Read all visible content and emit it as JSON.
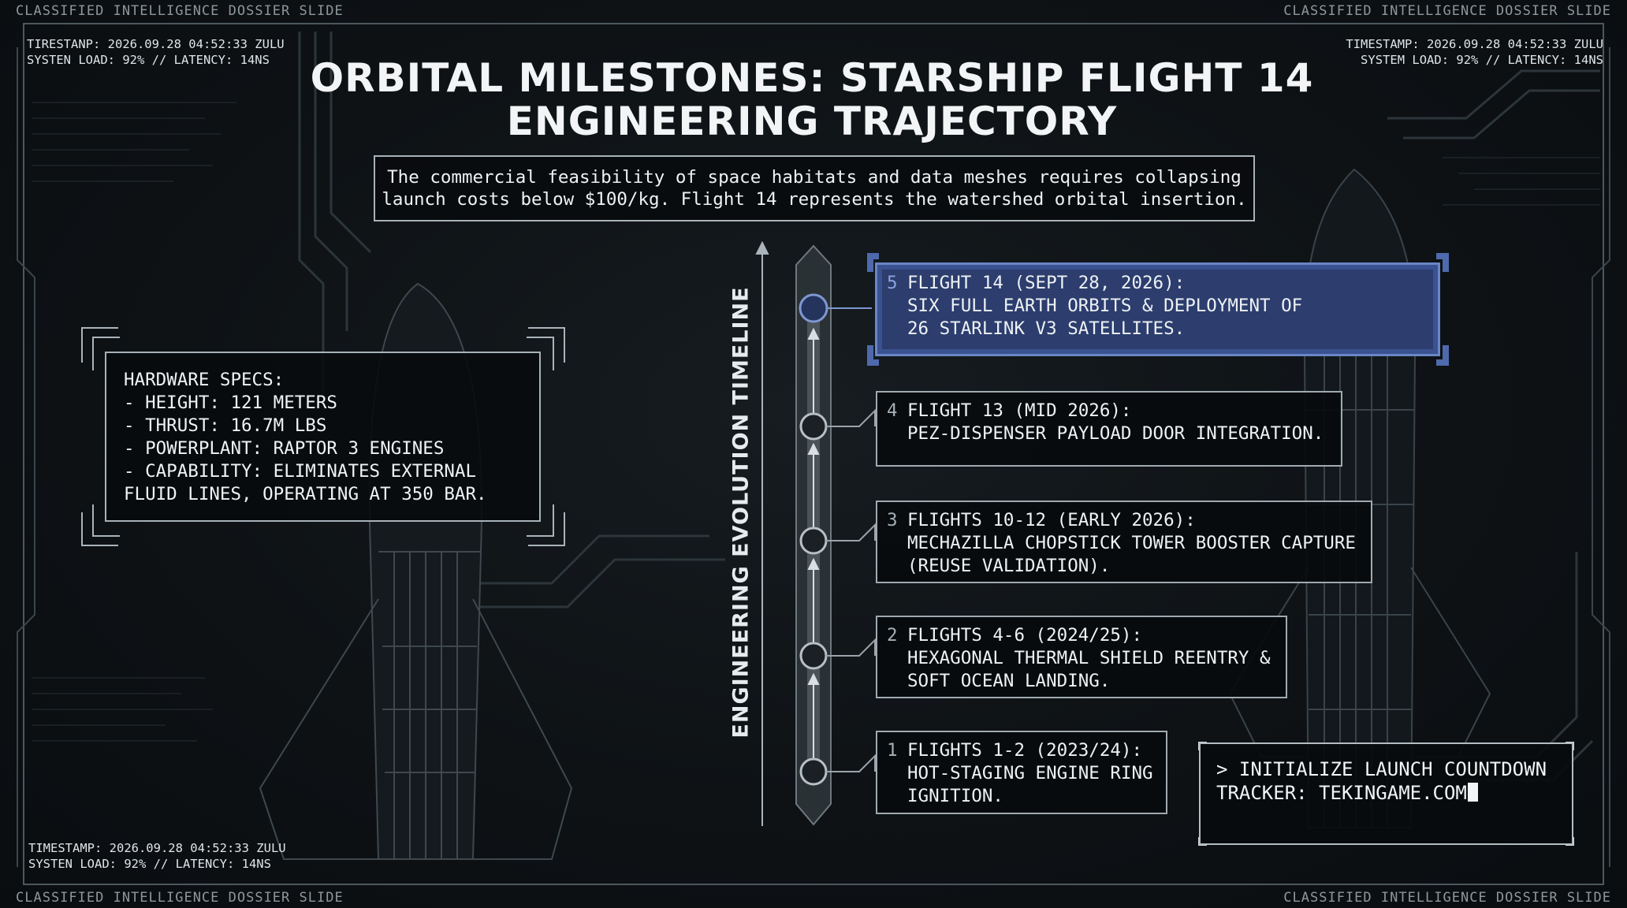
{
  "frame": {
    "label_top_left": "CLASSIFIED INTELLIGENCE DOSSIER SLIDE",
    "label_top_right": "CLASSIFIED INTELLIGENCE DOSSIER SLIDE",
    "label_bottom_left": "CLASSIFIED INTELLIGENCE DOSSIER SLIDE",
    "label_bottom_right": "CLASSIFIED INTELLIGENCE DOSSIER SLIDE"
  },
  "stamps": {
    "top_left": {
      "line1": "TIRESTANP: 2026.09.28 04:52:33 ZULU",
      "line2": "SYSTEN LOAD: 92% // LATENCY: 14NS"
    },
    "top_right": {
      "line1": "TIMESTAMP: 2026.09.28 04:52:33 ZULU",
      "line2": "SYSTEM LOAD: 92% // LATENCY: 14NS"
    },
    "bottom_left": {
      "line1": "TIMESTAMP: 2026.09.28 04:52:33 ZULU",
      "line2": "SYSTEN LOAD: 92% // LATENCY: 14NS"
    }
  },
  "title": {
    "line1": "ORBITAL MILESTONES: STARSHIP FLIGHT 14",
    "line2": "ENGINEERING TRAJECTORY"
  },
  "subtitle": {
    "line1": "The commercial feasibility of space habitats and data meshes requires collapsing",
    "line2": "launch costs below $100/kg. Flight 14 represents the watershed orbital insertion."
  },
  "specs": {
    "heading": "HARDWARE SPECS:",
    "line1": "- HEIGHT: 121 METERS",
    "line2": "- THRUST: 16.7M LBS",
    "line3": "- POWERPLANT: RAPTOR 3 ENGINES",
    "line4": "- CAPABILITY: ELIMINATES EXTERNAL",
    "line5": "FLUID LINES, OPERATING AT 350 BAR."
  },
  "timeline": {
    "axis_label": "ENGINEERING EVOLUTION TIMELINE",
    "active_index": 5,
    "milestones": [
      {
        "num": "5",
        "line1": "FLIGHT 14 (SEPT 28, 2026):",
        "line2": "SIX FULL EARTH ORBITS & DEPLOYMENT OF",
        "line3": "26 STARLINK V3 SATELLITES."
      },
      {
        "num": "4",
        "line1": "FLIGHT 13 (MID 2026):",
        "line2": "PEZ-DISPENSER PAYLOAD DOOR INTEGRATION."
      },
      {
        "num": "3",
        "line1": "FLIGHTS 10-12 (EARLY 2026):",
        "line2": "MECHAZILLA CHOPSTICK TOWER BOOSTER CAPTURE",
        "line3": "(REUSE VALIDATION)."
      },
      {
        "num": "2",
        "line1": "FLIGHTS 4-6 (2024/25):",
        "line2": "HEXAGONAL THERMAL SHIELD REENTRY &",
        "line3": "SOFT OCEAN LANDING."
      },
      {
        "num": "1",
        "line1": "FLIGHTS 1-2 (2023/24):",
        "line2": "HOT-STAGING ENGINE RING",
        "line3": "IGNITION."
      }
    ]
  },
  "cta": {
    "line1": "> INITIALIZE LAUNCH COUNTDOWN",
    "line2": "TRACKER: TEKINGAME.COM"
  },
  "colors": {
    "background": "#0d1114",
    "frame_line": "#a8b2b8",
    "active_fill": "#2c3d6e",
    "active_border": "#6a86c6",
    "text": "#eef2f4"
  }
}
